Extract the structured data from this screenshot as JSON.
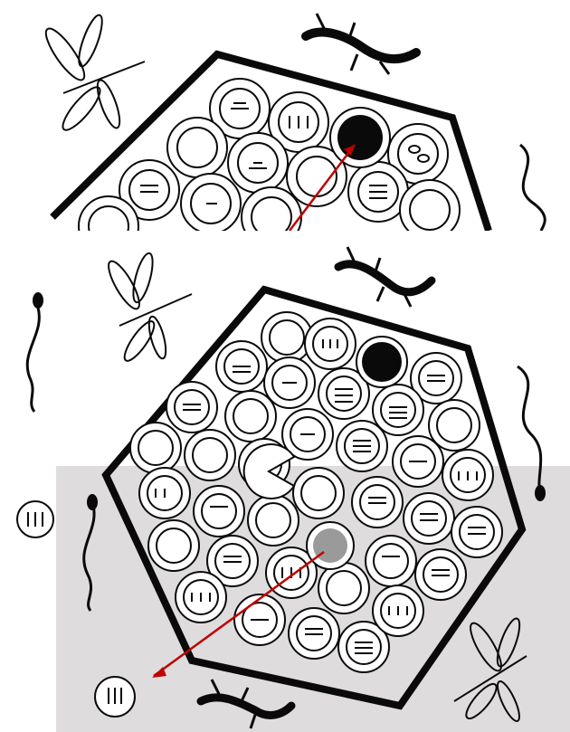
{
  "colors": {
    "ink": "#0a0a0a",
    "arrow": "#c00000",
    "empty_slot": "#9a9a9a",
    "overlay": "#d9d6d8",
    "background": "#ffffff"
  },
  "top_view": {
    "black_piece": "black-stone",
    "creatures": [
      "dragonfly-icon",
      "lizard-icon",
      "tadpole-icon"
    ]
  },
  "bottom_view": {
    "black_piece": "black-stone",
    "grey_slot": "empty-grey-slot",
    "creatures": [
      "dragonfly-icon",
      "lizard-icon",
      "tadpole-icon",
      "tadpole-icon",
      "tadpole-icon",
      "dragonfly-icon",
      "lizard-icon"
    ],
    "removed_tile_icon": "removed-tile-icon"
  }
}
